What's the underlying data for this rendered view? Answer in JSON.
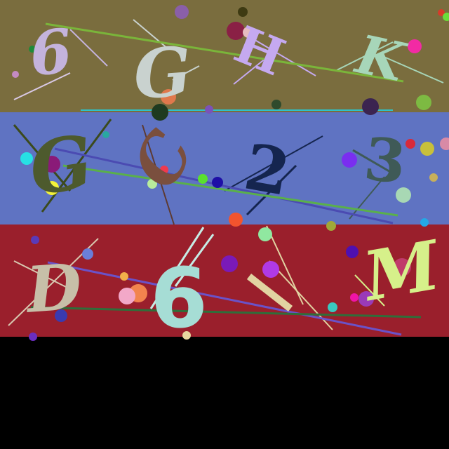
{
  "captcha": {
    "rows": [
      {
        "background": "#7a6d3e",
        "characters": [
          {
            "text": "6",
            "color": "#c4b3dc",
            "style": "italic-serif"
          },
          {
            "text": "G",
            "color": "#c9d2cf",
            "style": "italic-serif"
          },
          {
            "text": "H",
            "color": "#c5a9f0",
            "style": "bold-serif"
          },
          {
            "text": "K",
            "color": "#a7d6b9",
            "style": "script"
          }
        ]
      },
      {
        "background": "#5f73c2",
        "characters": [
          {
            "text": "G",
            "color": "#4d5a2d",
            "style": "script"
          },
          {
            "text": "C",
            "color": "#7a4f3e",
            "style": "script"
          },
          {
            "text": "2",
            "color": "#15254f",
            "style": "serif"
          },
          {
            "text": "3",
            "color": "#3f5a57",
            "style": "serif"
          }
        ]
      },
      {
        "background": "#9a1f2c",
        "characters": [
          {
            "text": "D",
            "color": "#c7bfa8",
            "style": "italic-serif"
          },
          {
            "text": "6",
            "color": "#a6ddd5",
            "style": "sans"
          },
          {
            "text": "\\",
            "color": "#e2d3a2",
            "style": "bar"
          },
          {
            "text": "M",
            "color": "#d6f08a",
            "style": "script"
          }
        ]
      }
    ],
    "lower_area_color": "#000000"
  }
}
